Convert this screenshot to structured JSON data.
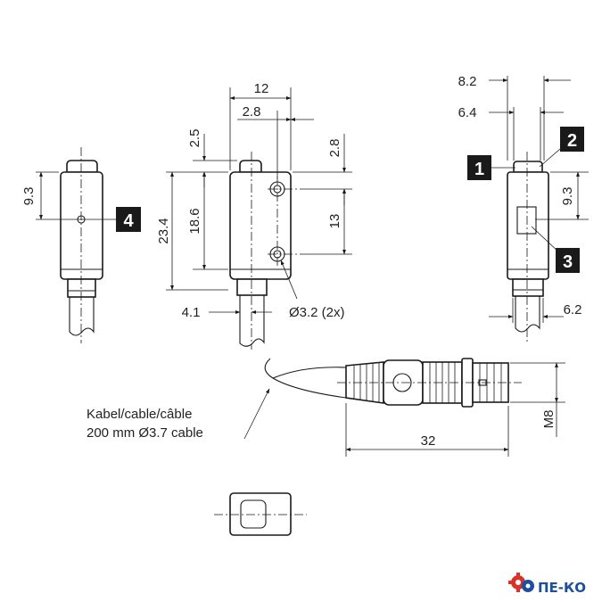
{
  "dimensions": {
    "front_width": "12",
    "front_hole_offset_x": "2.8",
    "front_top_gap": "2.5",
    "front_height_total": "23.4",
    "front_height_inner": "18.6",
    "front_hole_offset_y": "2.8",
    "front_hole_spacing": "13",
    "front_cable_offset": "4.1",
    "hole_diameter": "Ø3.2 (2x)",
    "side_height": "9.3",
    "right_width_outer": "8.2",
    "right_width_inner": "6.4",
    "right_height": "9.3",
    "right_cable_width": "6.2",
    "connector_length": "32",
    "connector_thread": "M8"
  },
  "cable_label": {
    "line1": "Kabel/cable/câble",
    "line2": "200 mm Ø3.7 cable"
  },
  "callouts": [
    "1",
    "2",
    "3",
    "4"
  ],
  "logo": {
    "text": "ПЕ-КО",
    "colors": {
      "gear_red": "#d9322b",
      "gear_blue": "#1d4fa0"
    }
  }
}
